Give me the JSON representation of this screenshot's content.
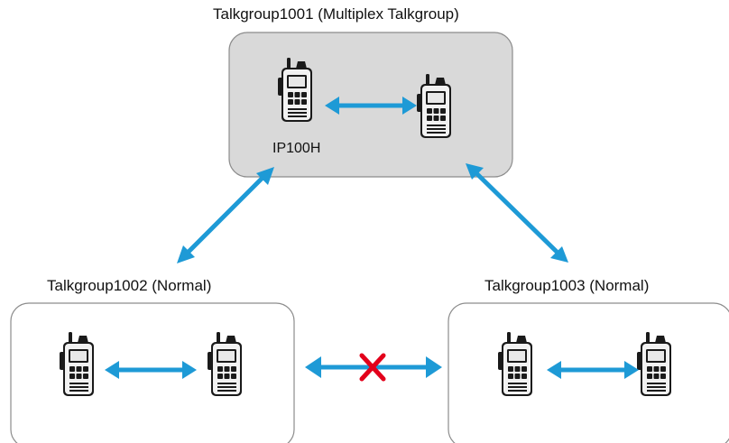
{
  "groups": {
    "g1001": {
      "title": "Talkgroup1001 (Multiplex Talkgroup)",
      "device_label": "IP100H"
    },
    "g1002": {
      "title": "Talkgroup1002 (Normal)"
    },
    "g1003": {
      "title": "Talkgroup1003 (Normal)"
    }
  },
  "colors": {
    "arrow": "#1e9ad6",
    "cross": "#e3001b",
    "multiplex_box_fill": "#d9d9d9",
    "box_stroke": "#8c8c8c"
  },
  "icons": {
    "radio": "handheld-radio-icon",
    "blocked": "cross-icon"
  }
}
